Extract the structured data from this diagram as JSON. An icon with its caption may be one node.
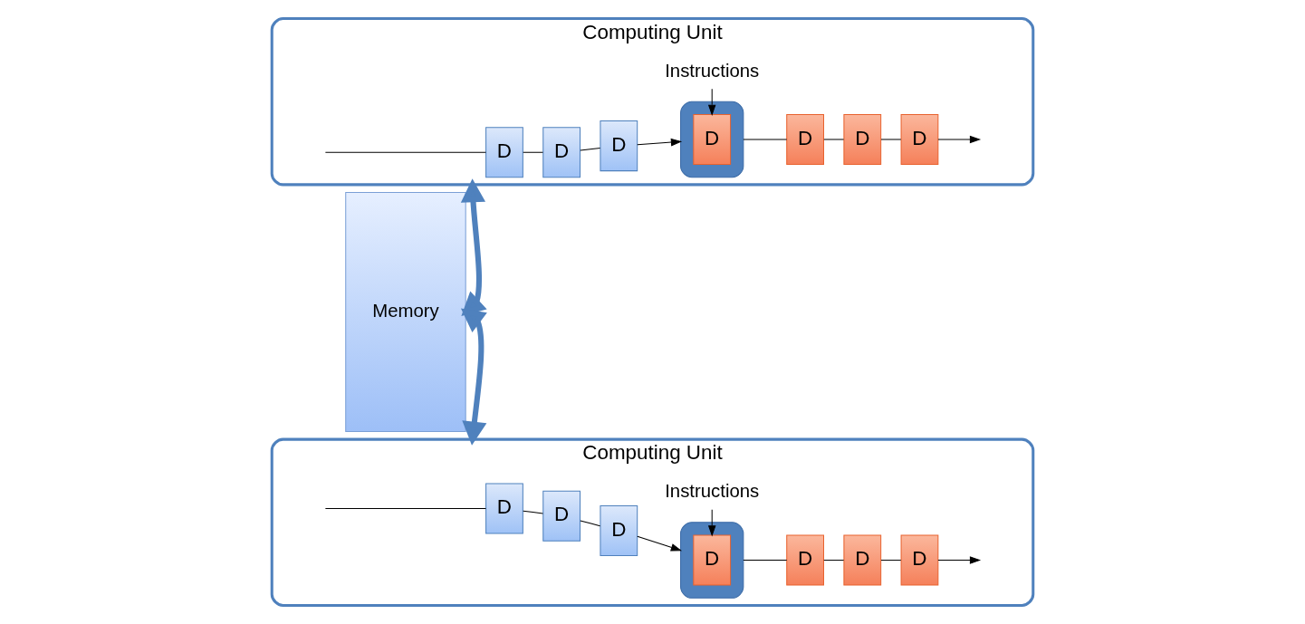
{
  "diagram": {
    "nodes": [
      {
        "text": [
          "Memory"
        ]
      },
      {
        "text": [
          "Computing Unit"
        ]
      },
      {
        "text": [
          "D"
        ],
        "in": 1
      },
      {
        "text": [
          "D"
        ],
        "in": 1
      },
      {
        "text": [
          "D"
        ],
        "in": 1
      },
      {
        "text": [],
        "shape": "box",
        "in": 1
      },
      {
        "text": [
          "D"
        ],
        "in": 5
      },
      {
        "text": [
          "D"
        ],
        "in": 1
      },
      {
        "text": [
          "D"
        ],
        "in": 1
      },
      {
        "text": [
          "D"
        ],
        "in": 1
      },
      {
        "text": [
          "Instructions"
        ],
        "in": 1
      },
      {
        "text": [
          "Computing Unit"
        ]
      },
      {
        "text": [
          "D"
        ],
        "in": 11
      },
      {
        "text": [
          "D"
        ],
        "in": 11
      },
      {
        "text": [
          "D"
        ],
        "in": 11
      },
      {
        "text": [],
        "shape": "box",
        "in": 11
      },
      {
        "text": [
          "D"
        ],
        "in": 15
      },
      {
        "text": [
          "D"
        ],
        "in": 11
      },
      {
        "text": [
          "D"
        ],
        "in": 11
      },
      {
        "text": [
          "D"
        ],
        "in": 11
      },
      {
        "text": [
          "Instructions"
        ],
        "in": 11
      }
    ],
    "edges": [
      {
        "from": 0,
        "to": 1,
        "arrow": "both",
        "style": "thick",
        "color": "#4f81bd"
      },
      {
        "from": null,
        "to": 2,
        "arrow": "none"
      },
      {
        "from": 2,
        "to": 3,
        "arrow": "none"
      },
      {
        "from": 3,
        "to": 4,
        "arrow": "none"
      },
      {
        "from": 4,
        "to": 5,
        "arrow": "to"
      },
      {
        "from": 5,
        "to": 7,
        "arrow": "none"
      },
      {
        "from": 7,
        "to": 8,
        "arrow": "none"
      },
      {
        "from": 8,
        "to": 9,
        "arrow": "none"
      },
      {
        "from": 9,
        "to": null,
        "arrow": "to"
      },
      {
        "from": 10,
        "to": 6,
        "arrow": "to"
      },
      {
        "from": 0,
        "to": 11,
        "arrow": "both",
        "style": "thick",
        "color": "#4f81bd"
      },
      {
        "from": null,
        "to": 12,
        "arrow": "none"
      },
      {
        "from": 12,
        "to": 13,
        "arrow": "none"
      },
      {
        "from": 13,
        "to": 14,
        "arrow": "none"
      },
      {
        "from": 14,
        "to": 15,
        "arrow": "to"
      },
      {
        "from": 15,
        "to": 17,
        "arrow": "none"
      },
      {
        "from": 17,
        "to": 18,
        "arrow": "none"
      },
      {
        "from": 18,
        "to": 19,
        "arrow": "none"
      },
      {
        "from": 19,
        "to": null,
        "arrow": "to"
      },
      {
        "from": 20,
        "to": 16,
        "arrow": "to"
      }
    ]
  }
}
